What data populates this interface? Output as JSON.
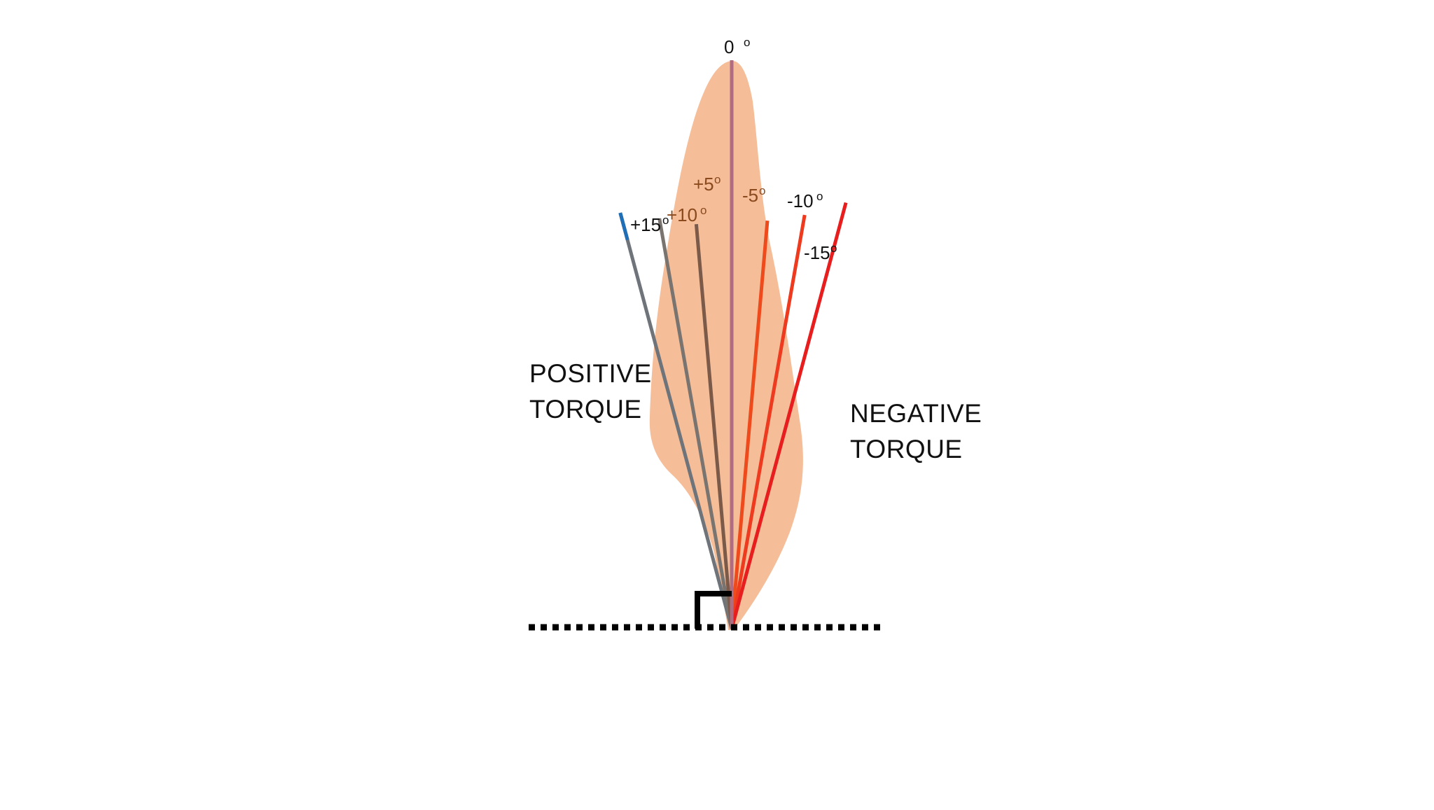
{
  "diagram": {
    "angle_lines": [
      {
        "id": "zero",
        "label": "0",
        "degree_symbol": "o",
        "angle_deg": 0,
        "color": "#b06c80",
        "label_color": "#111111"
      },
      {
        "id": "plus5",
        "label": "+5",
        "degree_symbol": "o",
        "angle_deg": 5,
        "color": "#7b5a4a",
        "label_color": "#8a4a1e"
      },
      {
        "id": "plus10",
        "label": "+10",
        "degree_symbol": "o",
        "angle_deg": 10,
        "color": "#7a7470",
        "label_color": "#8a4a1e"
      },
      {
        "id": "plus15",
        "label": "+15",
        "degree_symbol": "o",
        "angle_deg": 15,
        "color": "#6e7479",
        "label_color": "#111111",
        "tip_color": "#1f6fb8"
      },
      {
        "id": "minus5",
        "label": "-5",
        "degree_symbol": "o",
        "angle_deg": -5,
        "color": "#ef4a1c",
        "label_color": "#8a4a1e"
      },
      {
        "id": "minus10",
        "label": "-10",
        "degree_symbol": "o",
        "angle_deg": -10,
        "color": "#ee3a1e",
        "label_color": "#111111"
      },
      {
        "id": "minus15",
        "label": "-15",
        "degree_symbol": "o",
        "angle_deg": -15,
        "color": "#e81e1e",
        "label_color": "#111111"
      }
    ],
    "positive_label_lines": [
      "POSITIVE",
      "TORQUE"
    ],
    "negative_label_lines": [
      "NEGATIVE",
      "TORQUE"
    ],
    "colors": {
      "tooth_fill": "#f5bd98",
      "baseline": "#000000",
      "right_angle": "#000000"
    }
  }
}
